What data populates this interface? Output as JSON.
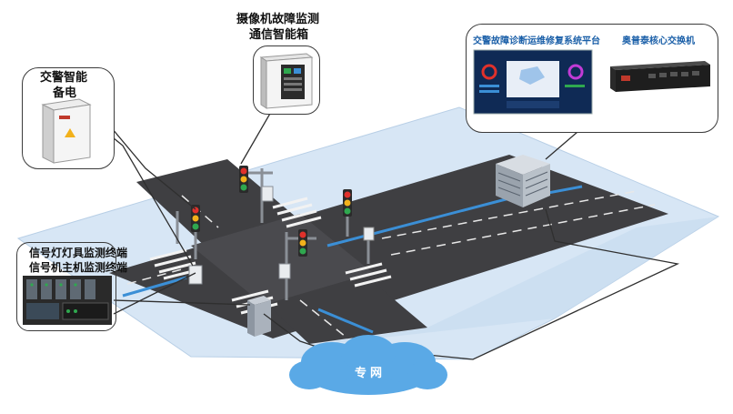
{
  "labels": {
    "camera_box_line1": "摄像机故障监测",
    "camera_box_line2": "通信智能箱",
    "traffic_backup_line1": "交警智能",
    "traffic_backup_line2": "备电",
    "platform": "交警故障诊断运维修复系统平台",
    "switch": "奥普泰核心交换机",
    "signal_light_monitor": "信号灯灯具监测终端",
    "signal_host_monitor": "信号机主机监测终端",
    "private_network": "专网"
  },
  "colors": {
    "road": "#3a3a3a",
    "ground": "#cfe0f1",
    "accent_blue": "#3b8fd6",
    "cloud": "#5aa9e6",
    "line": "#2f2f2f",
    "signal_red": "#e0312b",
    "signal_yellow": "#f2b11b",
    "signal_green": "#2fa84f"
  }
}
